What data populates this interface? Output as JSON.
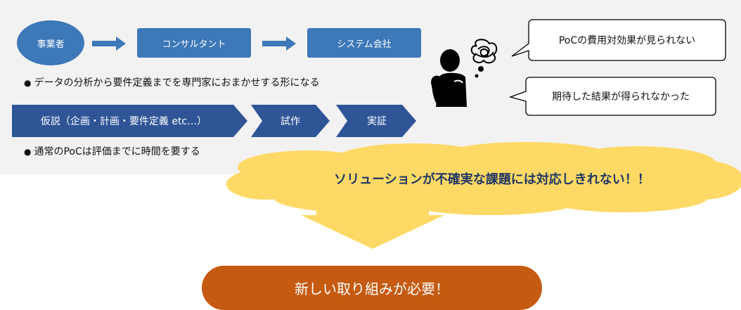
{
  "flow": {
    "actor": "事業者",
    "consultant": "コンサルタント",
    "system_company": "システム会社",
    "note": "データの分析から要件定義までを専門家におまかせする形になる"
  },
  "process": {
    "steps": [
      "仮説（企画・計画・要件定義 etc…）",
      "試作",
      "実証"
    ],
    "note": "通常のPoCは評価までに時間を要する"
  },
  "bullet_symbol": "●",
  "thoughts": {
    "bubble1": "PoCの費用対効果が見られない",
    "bubble2": "期待した結果が得られなかった"
  },
  "cloud": {
    "text": "ソリューションが不確実な課題には対応しきれない！！"
  },
  "cta": {
    "label": "新しい取り組みが必要！"
  },
  "colors": {
    "primary_blue": "#3d78b8",
    "chevron_blue": "#2f5597",
    "cloud_yellow": "#ffd966",
    "cta_orange": "#c55a11",
    "cloud_text": "#1f3763"
  }
}
